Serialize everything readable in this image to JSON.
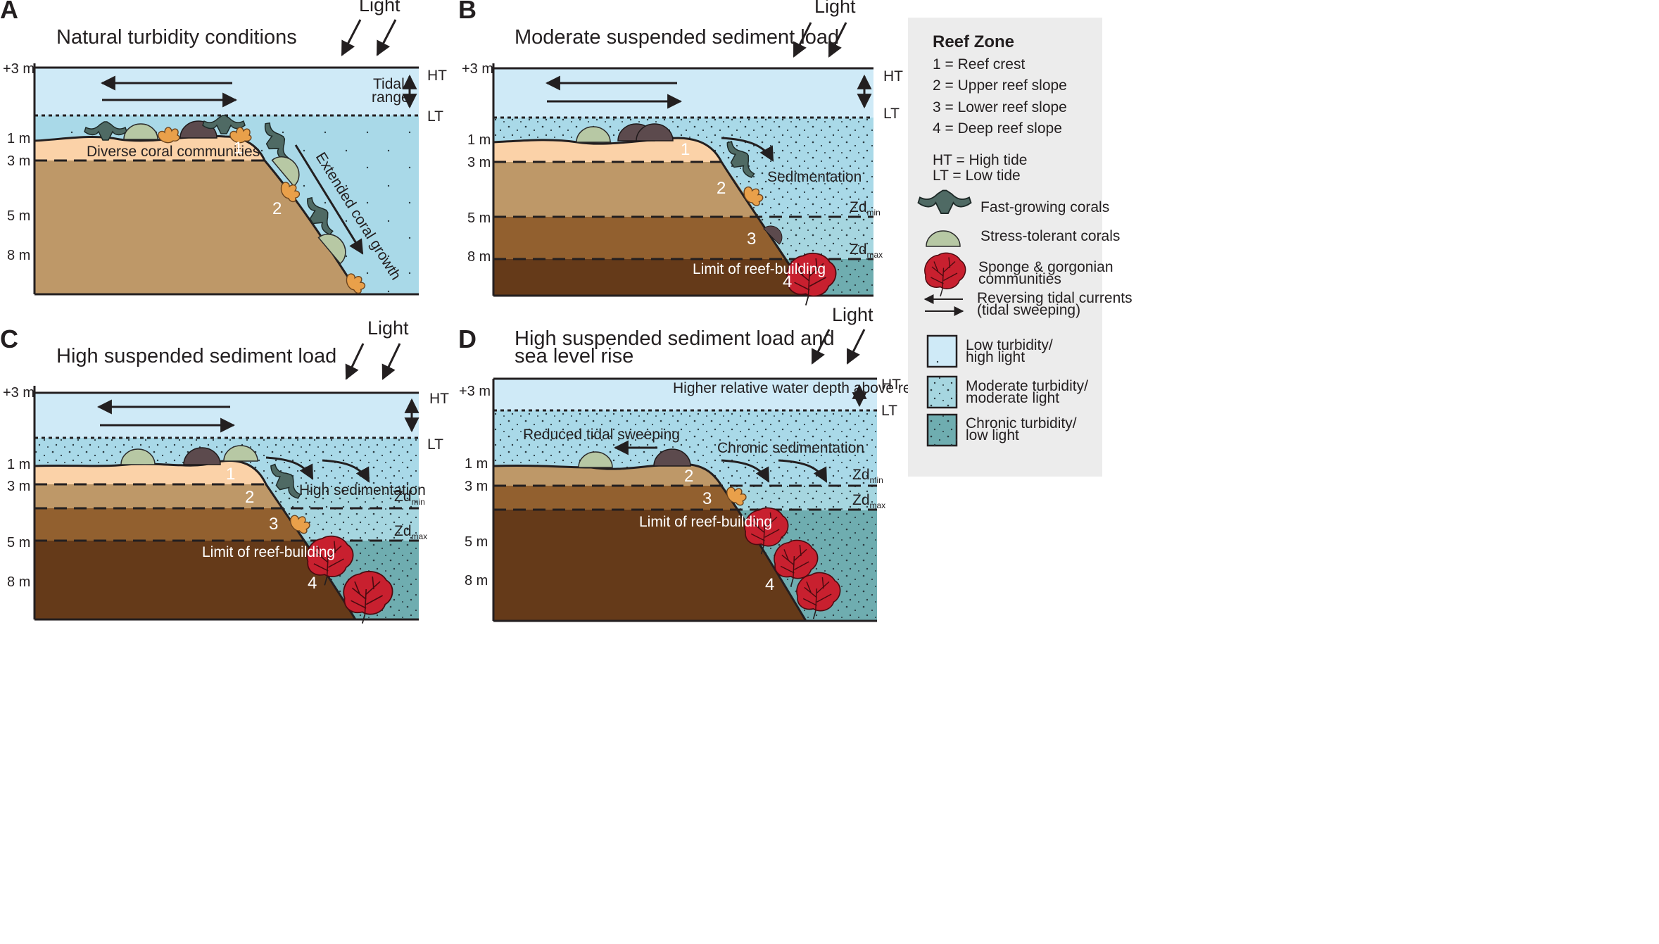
{
  "colors": {
    "low_turbidity": "#cfeaf7",
    "moderate_turbidity": "#a6d6e0",
    "chronic_turbidity": "#6fadb0",
    "deep_water": "#a9d9e8",
    "reef_crest": "#fbd2a8",
    "upper_slope": "#be9868",
    "lower_slope": "#92602f",
    "deep_slope": "#653a19",
    "fast_coral": "#4f6a64",
    "stress_coral": "#b7c8a4",
    "sponge": "#c8202f",
    "orange_coral": "#e9a04a",
    "massive_coral": "#5c4a4d",
    "legend_bg": "#ececec"
  },
  "panels": {
    "a": {
      "letter": "A",
      "title": "Natural turbidity conditions",
      "light": "Light",
      "tide_hi": "HT",
      "tide_lo": "LT",
      "tidal_range_1": "Tidal",
      "tidal_range_2": "range",
      "depths": [
        "+3 m",
        "1 m",
        "3 m",
        "5 m",
        "8 m"
      ],
      "ann_main": "Diverse coral communities",
      "ann_growth": "Extended coral growth",
      "zones": [
        "1",
        "2"
      ]
    },
    "b": {
      "letter": "B",
      "title": "Moderate suspended sediment load",
      "light": "Light",
      "tide_hi": "HT",
      "tide_lo": "LT",
      "depths": [
        "+3 m",
        "1 m",
        "3 m",
        "5 m",
        "8 m"
      ],
      "ann_sed": "Sedimentation",
      "ann_limit": "Limit of reef-building",
      "zd": "Zd",
      "zd_min": "min",
      "zd_max": "max",
      "zones": [
        "1",
        "2",
        "3",
        "4"
      ]
    },
    "c": {
      "letter": "C",
      "title": "High suspended sediment load",
      "light": "Light",
      "tide_hi": "HT",
      "tide_lo": "LT",
      "depths": [
        "+3 m",
        "1 m",
        "3 m",
        "5 m",
        "8 m"
      ],
      "ann_sed": "High sedimentation",
      "ann_limit": "Limit of reef-building",
      "zd": "Zd",
      "zd_min": "min",
      "zd_max": "max",
      "zones": [
        "1",
        "2",
        "3",
        "4"
      ]
    },
    "d": {
      "letter": "D",
      "title_1": "High suspended sediment load and",
      "title_2": "sea level rise",
      "light": "Light",
      "tide_hi": "HT",
      "tide_lo": "LT",
      "depths": [
        "+3 m",
        "1 m",
        "3 m",
        "5 m",
        "8 m"
      ],
      "ann_depth": "Higher relative water depth above reef",
      "ann_sweep": "Reduced tidal sweeping",
      "ann_sed": "Chronic sedimentation",
      "ann_limit": "Limit of reef-building",
      "zd": "Zd",
      "zd_min": "min",
      "zd_max": "max",
      "zones": [
        "2",
        "3",
        "4"
      ]
    }
  },
  "legend": {
    "heading": "Reef Zone",
    "zones": [
      "1 = Reef crest",
      "2 = Upper reef slope",
      "3 = Lower reef slope",
      "4 = Deep reef slope"
    ],
    "tides": [
      "HT = High tide",
      "LT = Low tide"
    ],
    "fast": "Fast-growing corals",
    "stress": "Stress-tolerant corals",
    "sponge_1": "Sponge & gorgonian",
    "sponge_2": "communities",
    "currents_1": "Reversing tidal currents",
    "currents_2": "(tidal sweeping)",
    "low_1": "Low turbidity/",
    "low_2": "high light",
    "mod_1": "Moderate turbidity/",
    "mod_2": "moderate light",
    "chr_1": "Chronic turbidity/",
    "chr_2": "low light"
  }
}
